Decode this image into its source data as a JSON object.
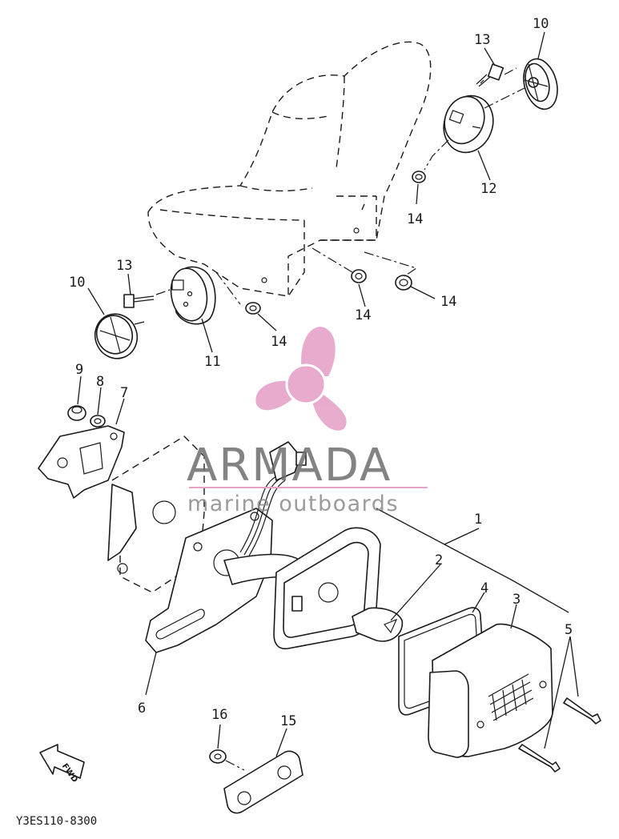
{
  "diagram_code": "Y3ES110-8300",
  "fwd_label": "FWD",
  "watermark": {
    "brand": "ARMADA",
    "tagline": "marine outboards",
    "logo_color": "#e6a3c8",
    "text_color": "#6e6e6e"
  },
  "callouts": [
    {
      "id": "c1",
      "label": "1"
    },
    {
      "id": "c2",
      "label": "2"
    },
    {
      "id": "c3",
      "label": "3"
    },
    {
      "id": "c4",
      "label": "4"
    },
    {
      "id": "c5",
      "label": "5"
    },
    {
      "id": "c6",
      "label": "6"
    },
    {
      "id": "c7",
      "label": "7"
    },
    {
      "id": "c8",
      "label": "8"
    },
    {
      "id": "c9",
      "label": "9"
    },
    {
      "id": "c10a",
      "label": "10"
    },
    {
      "id": "c10b",
      "label": "10"
    },
    {
      "id": "c11",
      "label": "11"
    },
    {
      "id": "c12",
      "label": "12"
    },
    {
      "id": "c13a",
      "label": "13"
    },
    {
      "id": "c13b",
      "label": "13"
    },
    {
      "id": "c14a",
      "label": "14"
    },
    {
      "id": "c14b",
      "label": "14"
    },
    {
      "id": "c14c",
      "label": "14"
    },
    {
      "id": "c14d",
      "label": "14"
    },
    {
      "id": "c15",
      "label": "15"
    },
    {
      "id": "c16",
      "label": "16"
    }
  ]
}
